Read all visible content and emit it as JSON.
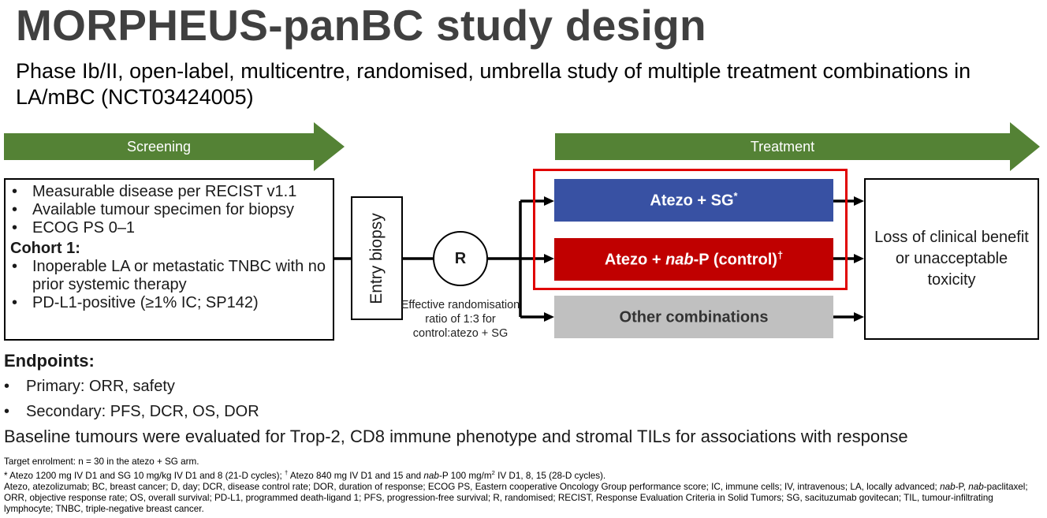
{
  "title": "MORPHEUS-panBC study design",
  "subtitle": "Phase Ib/II, open-label, multicentre, randomised, umbrella study of multiple treatment combinations in LA/mBC (NCT03424005)",
  "phases": {
    "screening_label": "Screening",
    "treatment_label": "Treatment",
    "arrow_color": "#548235"
  },
  "criteria": {
    "items": [
      "Measurable disease per RECIST v1.1",
      "Available tumour specimen for biopsy",
      "ECOG PS 0–1"
    ],
    "cohort_heading": "Cohort 1:",
    "cohort_items": [
      "Inoperable LA or metastatic TNBC with no prior systemic therapy",
      "PD-L1-positive (≥1% IC; SP142)"
    ]
  },
  "entry_biopsy": "Entry biopsy",
  "randomisation": {
    "symbol": "R",
    "ratio_note": "Effective randomisation ratio of 1:3 for control:atezo + SG"
  },
  "arms": [
    {
      "pre": "Atezo + SG",
      "italic": "",
      "post": "",
      "sup": "*",
      "color": "#3851a3"
    },
    {
      "pre": "Atezo + ",
      "italic": "nab",
      "post": "-P (control)",
      "sup": "†",
      "color": "#c00000"
    },
    {
      "pre": "Other combinations",
      "italic": "",
      "post": "",
      "sup": "",
      "color": "#c0c0c0"
    }
  ],
  "outcome": "Loss of clinical benefit or unacceptable toxicity",
  "endpoints": {
    "heading": "Endpoints:",
    "primary": "Primary: ORR, safety",
    "secondary": "Secondary: PFS, DCR, OS, DOR"
  },
  "baseline_note": "Baseline tumours were evaluated for Trop-2, CD8 immune phenotype and stromal TILs for associations with response",
  "footnotes": {
    "enrolment": "Target enrolment: n = 30 in the atezo + SG arm.",
    "dosing_a": "* Atezo 1200 mg IV D1 and SG 10 mg/kg IV D1 and 8 (21-D cycles); ",
    "dagger": "†",
    "dosing_b": " Atezo 840 mg IV D1 and 15 and ",
    "dosing_italic": "nab",
    "dosing_c": "-P 100 mg/m",
    "dosing_sup": "2",
    "dosing_d": " IV D1, 8, 15 (28-D cycles).",
    "abbrev_a": "Atezo, atezolizumab; BC, breast cancer; D, day; DCR, disease control rate; DOR, duration of response; ECOG PS, Eastern cooperative Oncology Group performance score; IC, immune cells; IV, intravenous; LA, locally advanced; ",
    "abbrev_italic1": "nab",
    "abbrev_b": "-P, ",
    "abbrev_italic2": "nab",
    "abbrev_c": "-paclitaxel; ORR, objective response rate; OS, overall survival; PD-L1, programmed death-ligand 1; PFS, progression-free survival; R, randomised; RECIST, Response Evaluation Criteria in Solid Tumors; SG, sacituzumab govitecan; TIL, tumour-infiltrating lymphocyte; TNBC, triple-negative breast cancer."
  }
}
